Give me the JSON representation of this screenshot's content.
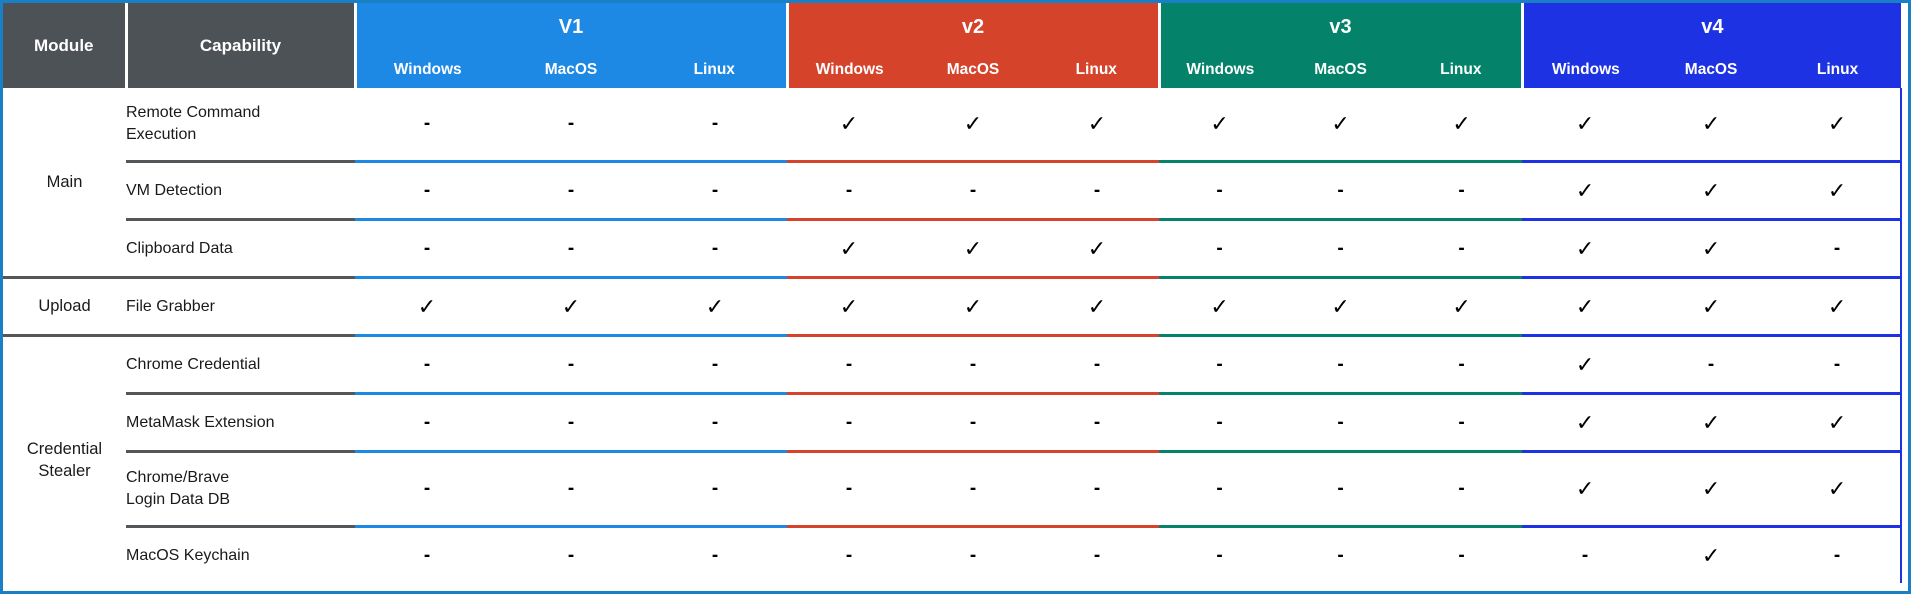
{
  "colors": {
    "header_bg": "#4d5257",
    "section_line": "#53575a",
    "frame_border": "#1a80c6",
    "v1": "#1e88e5",
    "v2": "#d5432b",
    "v3": "#04826a",
    "v4": "#1d32e2",
    "header_text": "#ffffff",
    "body_text": "#1a1a1a"
  },
  "chart_data": {
    "type": "table",
    "module_header": "Module",
    "capability_header": "Capability",
    "legend": {
      "check": "✓",
      "dash": "-"
    },
    "versions": [
      {
        "label": "V1",
        "color": "#1e88e5",
        "os": [
          "Windows",
          "MacOS",
          "Linux"
        ]
      },
      {
        "label": "v2",
        "color": "#d5432b",
        "os": [
          "Windows",
          "MacOS",
          "Linux"
        ]
      },
      {
        "label": "v3",
        "color": "#04826a",
        "os": [
          "Windows",
          "MacOS",
          "Linux"
        ]
      },
      {
        "label": "v4",
        "color": "#1d32e2",
        "os": [
          "Windows",
          "MacOS",
          "Linux"
        ]
      }
    ],
    "sections": [
      {
        "module": "Main",
        "rows": [
          {
            "capability": "Remote Command\nExecution",
            "values": [
              "-",
              "-",
              "-",
              "✓",
              "✓",
              "✓",
              "✓",
              "✓",
              "✓",
              "✓",
              "✓",
              "✓"
            ]
          },
          {
            "capability": "VM Detection",
            "values": [
              "-",
              "-",
              "-",
              "-",
              "-",
              "-",
              "-",
              "-",
              "-",
              "✓",
              "✓",
              "✓"
            ]
          },
          {
            "capability": "Clipboard Data",
            "values": [
              "-",
              "-",
              "-",
              "✓",
              "✓",
              "✓",
              "-",
              "-",
              "-",
              "✓",
              "✓",
              "-"
            ]
          }
        ]
      },
      {
        "module": "Upload",
        "rows": [
          {
            "capability": "File Grabber",
            "values": [
              "✓",
              "✓",
              "✓",
              "✓",
              "✓",
              "✓",
              "✓",
              "✓",
              "✓",
              "✓",
              "✓",
              "✓"
            ]
          }
        ]
      },
      {
        "module": "Credential\nStealer",
        "rows": [
          {
            "capability": "Chrome Credential",
            "values": [
              "-",
              "-",
              "-",
              "-",
              "-",
              "-",
              "-",
              "-",
              "-",
              "✓",
              "-",
              "-"
            ]
          },
          {
            "capability": "MetaMask Extension",
            "values": [
              "-",
              "-",
              "-",
              "-",
              "-",
              "-",
              "-",
              "-",
              "-",
              "✓",
              "✓",
              "✓"
            ]
          },
          {
            "capability": "Chrome/Brave\nLogin Data DB",
            "values": [
              "-",
              "-",
              "-",
              "-",
              "-",
              "-",
              "-",
              "-",
              "-",
              "✓",
              "✓",
              "✓"
            ]
          },
          {
            "capability": "MacOS Keychain",
            "values": [
              "-",
              "-",
              "-",
              "-",
              "-",
              "-",
              "-",
              "-",
              "-",
              "-",
              "✓",
              "-"
            ]
          }
        ]
      }
    ]
  }
}
